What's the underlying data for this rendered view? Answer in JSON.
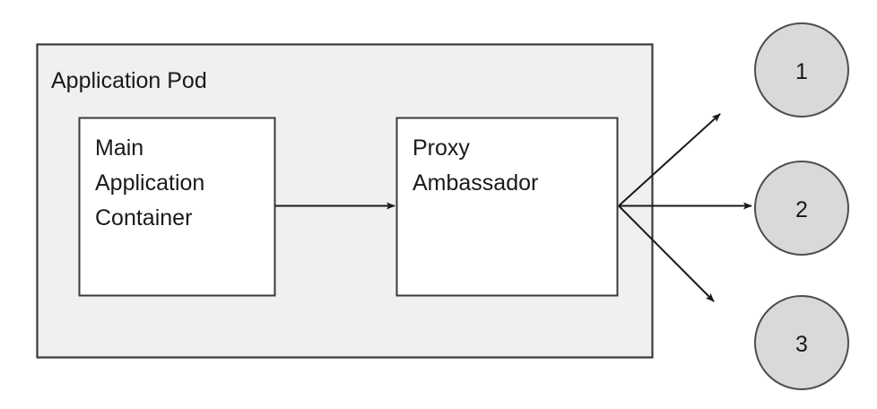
{
  "diagram": {
    "title": "Application Pod",
    "pod": {
      "label": "Application Pod",
      "fill": "#f0f0f0",
      "stroke": "#3a3a3a"
    },
    "containers": [
      {
        "id": "main-application-container",
        "lines": [
          "Main",
          "Application",
          "Container"
        ],
        "fill": "#ffffff",
        "stroke": "#3a3a3a"
      },
      {
        "id": "proxy-ambassador-container",
        "lines": [
          "Proxy",
          "Ambassador"
        ],
        "fill": "#ffffff",
        "stroke": "#3a3a3a"
      }
    ],
    "endpoints": [
      {
        "id": "endpoint-1",
        "label": "1",
        "fill": "#d9d9d9",
        "stroke": "#4d4d4d"
      },
      {
        "id": "endpoint-2",
        "label": "2",
        "fill": "#d9d9d9",
        "stroke": "#4d4d4d"
      },
      {
        "id": "endpoint-3",
        "label": "3",
        "fill": "#d9d9d9",
        "stroke": "#4d4d4d"
      }
    ],
    "connectors": [
      {
        "id": "main-to-proxy",
        "from": "main-application-container",
        "to": "proxy-ambassador-container",
        "style": "arrow"
      },
      {
        "id": "proxy-to-endpoint-1",
        "from": "proxy-ambassador-container",
        "to": "endpoint-1",
        "style": "arrow"
      },
      {
        "id": "proxy-to-endpoint-2",
        "from": "proxy-ambassador-container",
        "to": "endpoint-2",
        "style": "arrow"
      },
      {
        "id": "proxy-to-endpoint-3",
        "from": "proxy-ambassador-container",
        "to": "endpoint-3",
        "style": "arrow"
      }
    ],
    "stroke_color": "#333333",
    "arrow_color": "#1a1a1a"
  }
}
